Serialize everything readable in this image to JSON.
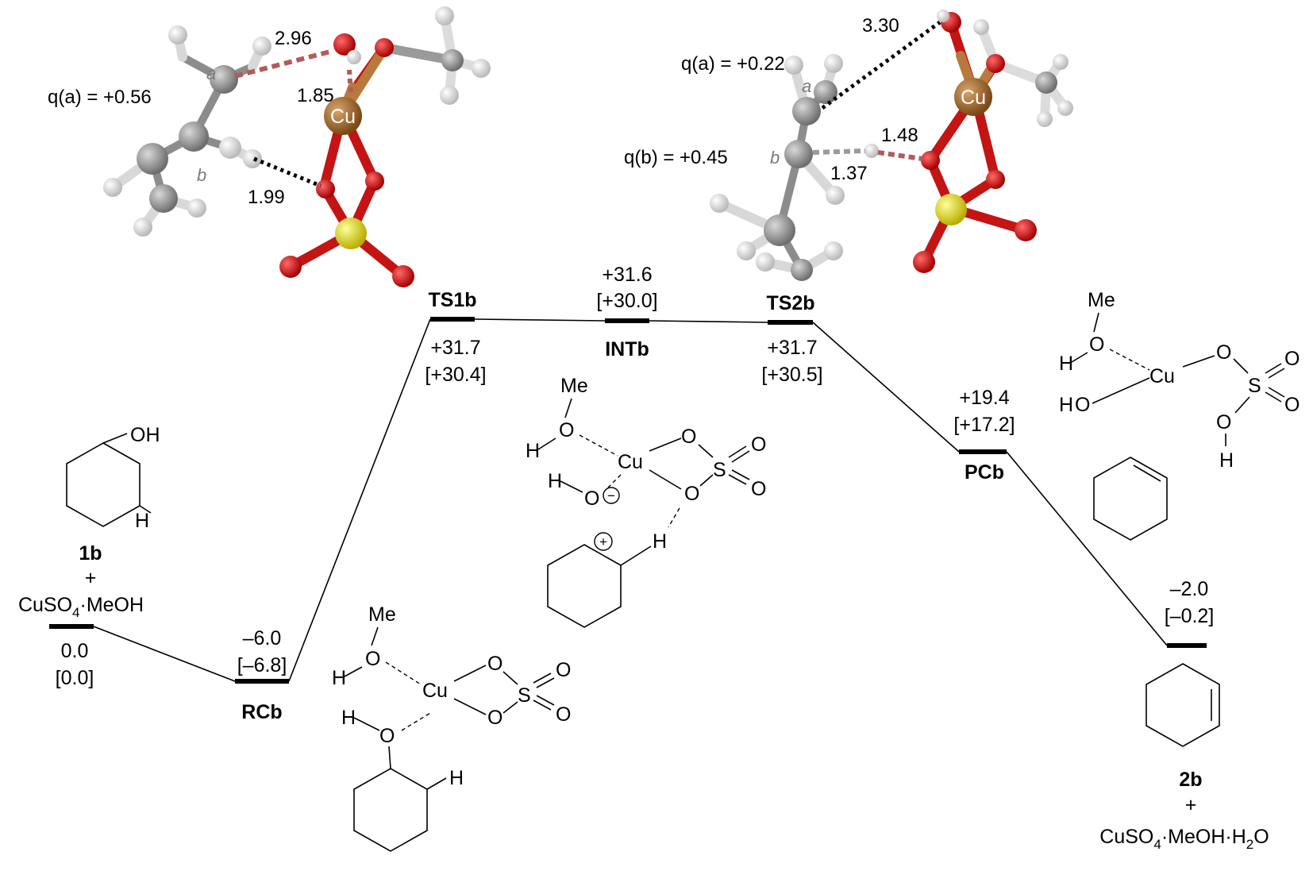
{
  "levels": {
    "r1b": {
      "name": "1b",
      "plus": "+",
      "reagent_main": "CuSO",
      "reagent_sub": "4",
      "reagent_tail": "·MeOH",
      "energy": "0.0",
      "energy_alt": "[0.0]"
    },
    "rcb": {
      "name": "RCb",
      "energy": "–6.0",
      "energy_alt": "[–6.8]"
    },
    "ts1b": {
      "name": "TS1b",
      "energy": "+31.7",
      "energy_alt": "[+30.4]"
    },
    "intb": {
      "name": "INTb",
      "energy": "+31.6",
      "energy_alt": "[+30.0]"
    },
    "ts2b": {
      "name": "TS2b",
      "energy": "+31.7",
      "energy_alt": "[+30.5]"
    },
    "pcb": {
      "name": "PCb",
      "energy": "+19.4",
      "energy_alt": "[+17.2]"
    },
    "p2b": {
      "name": "2b",
      "plus": "+",
      "product_main": "CuSO",
      "product_sub": "4",
      "product_tail": "·MeOH·H",
      "product_sub2": "2",
      "product_tail2": "O",
      "energy": "–2.0",
      "energy_alt": "[–0.2]"
    }
  },
  "ts1": {
    "q_label": "q(a) = +0.56",
    "site_a": "a",
    "site_b": "b",
    "cu": "Cu",
    "d1": "2.96",
    "d2": "1.85",
    "d3": "1.99"
  },
  "ts2": {
    "q_a_label": "q(a) = +0.22",
    "q_b_label": "q(b) = +0.45",
    "site_a": "a",
    "site_b": "b",
    "cu": "Cu",
    "d1": "3.30",
    "d2": "1.48",
    "d3": "1.37"
  },
  "atoms": {
    "oh": "OH",
    "h": "H",
    "o": "O",
    "me": "Me",
    "cu": "Cu",
    "s": "S",
    "minus": "−",
    "plus_charge": "+"
  },
  "colors": {
    "carbon": "#8c8c8c",
    "hydrogen": "#dcdcdc",
    "oxygen": "#d81a1a",
    "sulfur": "#e6de1c",
    "copper": "#a86a2c"
  }
}
